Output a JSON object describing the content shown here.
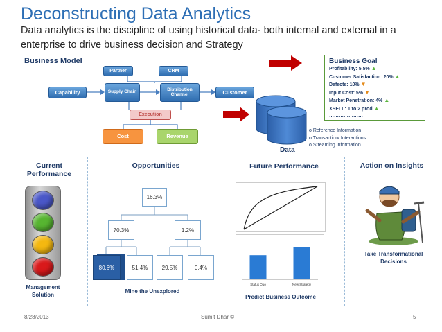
{
  "slide": {
    "title": "Deconstructing Data Analytics",
    "subtitle": "Data analytics is the discipline of using historical data- both internal and external in a enterprise to drive business decision and Strategy"
  },
  "business_model": {
    "heading": "Business Model",
    "boxes": {
      "partner": "Partner",
      "crm": "CRM",
      "capability": "Capability",
      "supply_chain": "Supply Chain",
      "distribution_channel": "Distribution Channel",
      "customer": "Customer",
      "execution": "Execution",
      "cost": "Cost",
      "revenue": "Revenue"
    }
  },
  "business_goal": {
    "title": "Business Goal",
    "items": [
      {
        "text": "Profitability:  5.5%",
        "trend": "up"
      },
      {
        "text": "Customer Satisfaction: 20%",
        "trend": "up"
      },
      {
        "text": "Defects: 10%",
        "trend": "down"
      },
      {
        "text": "Input Cost: 5%",
        "trend": "down"
      },
      {
        "text": "Market Penetration: 4%",
        "trend": "up"
      },
      {
        "text": "XSELL: 1 to 2 prod",
        "trend": "up"
      },
      {
        "text": "…………………",
        "trend": ""
      }
    ]
  },
  "data_section": {
    "label": "Data",
    "items": [
      "Reference Information",
      "Transaction/ Interactions",
      "Streaming Information"
    ]
  },
  "current_performance": {
    "heading": "Current Performance",
    "caption": "Management Solution",
    "lights": [
      "#4a57c8",
      "#57b531",
      "#f4b810",
      "#d9191b"
    ]
  },
  "opportunities": {
    "heading": "Opportunities",
    "root": "16.3%",
    "left": "70.3%",
    "right": "1.2%",
    "leaves": [
      "80.6%",
      "51.4%",
      "29.5%",
      "0.4%"
    ],
    "caption": "Mine the Unexplored"
  },
  "future_performance": {
    "heading": "Future Performance",
    "caption": "Predict Business  Outcome",
    "chart_data": {
      "type": "bar",
      "categories": [
        "Status Quo",
        "New Strategy"
      ],
      "values": [
        0.6,
        0.8
      ],
      "ylim": [
        0,
        1
      ]
    }
  },
  "action_on_insights": {
    "heading": "Action on Insights",
    "caption": "Take Transformational Decisions"
  },
  "footer": {
    "date": "8/28/2013",
    "author": "Sumit Dhar ©",
    "page": "5"
  },
  "colors": {
    "title": "#2e6fb5",
    "box_blue": "#2f6db0",
    "execution": "#f3c9c9",
    "cost": "#f7943f",
    "revenue": "#a9d56c",
    "arrow_red": "#c00000",
    "bar_blue": "#2a7bd4"
  }
}
